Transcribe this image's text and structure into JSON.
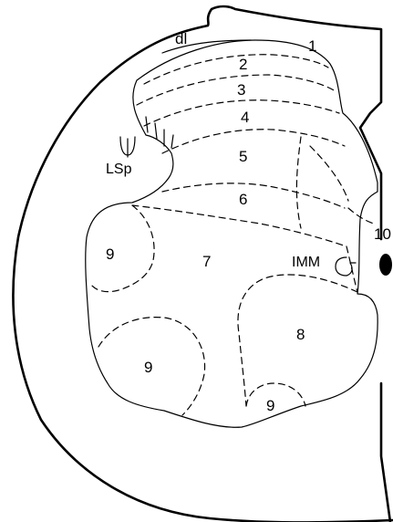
{
  "labels": {
    "dl": "dl",
    "lamina_1": "1",
    "lamina_2": "2",
    "lamina_3": "3",
    "lamina_4": "4",
    "lamina_5": "5",
    "lamina_6": "6",
    "lamina_7": "7",
    "lamina_8": "8",
    "lamina_9_left": "9",
    "lamina_9_lower": "9",
    "lamina_9_small": "9",
    "lamina_10": "10",
    "lsp": "LSp",
    "imm": "IMM"
  },
  "colors": {
    "stroke": "#000000",
    "background": "#ffffff"
  }
}
